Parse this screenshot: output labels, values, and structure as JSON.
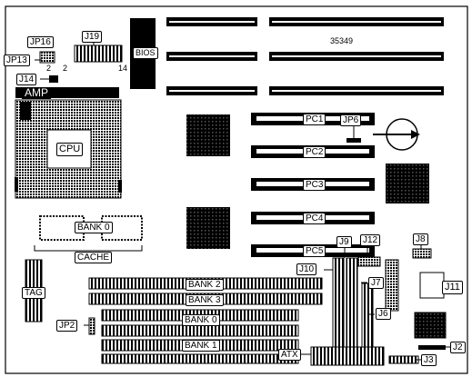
{
  "labels": {
    "jp16": "JP16",
    "j19": "J19",
    "bios": "BIOS",
    "part_number": "35349",
    "jp13": "JP13",
    "pin_2a": "2",
    "pin_2b": "2",
    "pin_14": "14",
    "j14": "J14",
    "amp": "AMP",
    "cpu": "CPU",
    "pc1": "PC1",
    "jp6": "JP6",
    "pc2": "PC2",
    "pc3": "PC3",
    "pc4": "PC4",
    "pc5": "PC5",
    "bank0_cache": "BANK 0",
    "cache": "CACHE",
    "tag": "TAG",
    "j9": "J9",
    "j12": "J12",
    "j8": "J8",
    "j10": "J10",
    "j7": "J7",
    "j11": "J11",
    "j6": "J6",
    "bank2": "BANK 2",
    "bank3": "BANK 3",
    "bank0": "BANK 0",
    "bank1": "BANK 1",
    "jp2": "JP2",
    "atx": "ATX",
    "j2": "J2",
    "j3": "J3"
  }
}
